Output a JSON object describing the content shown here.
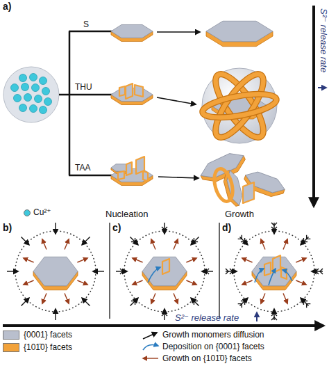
{
  "diagram": {
    "labels": [
      "a)",
      "S",
      "THU",
      "TAA",
      "Nucleation",
      "Growth",
      "S²⁻ release rate",
      "b)",
      "c)",
      "d)",
      "S²⁻ release rate"
    ],
    "legend": [
      {
        "text": "Cu²⁺",
        "color": "#3ec8dc"
      },
      {
        "text": "{0001} facets",
        "color": "#b9bfcd"
      },
      {
        "text": "{101̄0} facets",
        "color": "#f2a23a"
      },
      {
        "text": "Growth monomers diffusion"
      },
      {
        "text": "Deposition on {0001} facets"
      },
      {
        "text": "Growth on {101̄0} facets"
      }
    ]
  }
}
